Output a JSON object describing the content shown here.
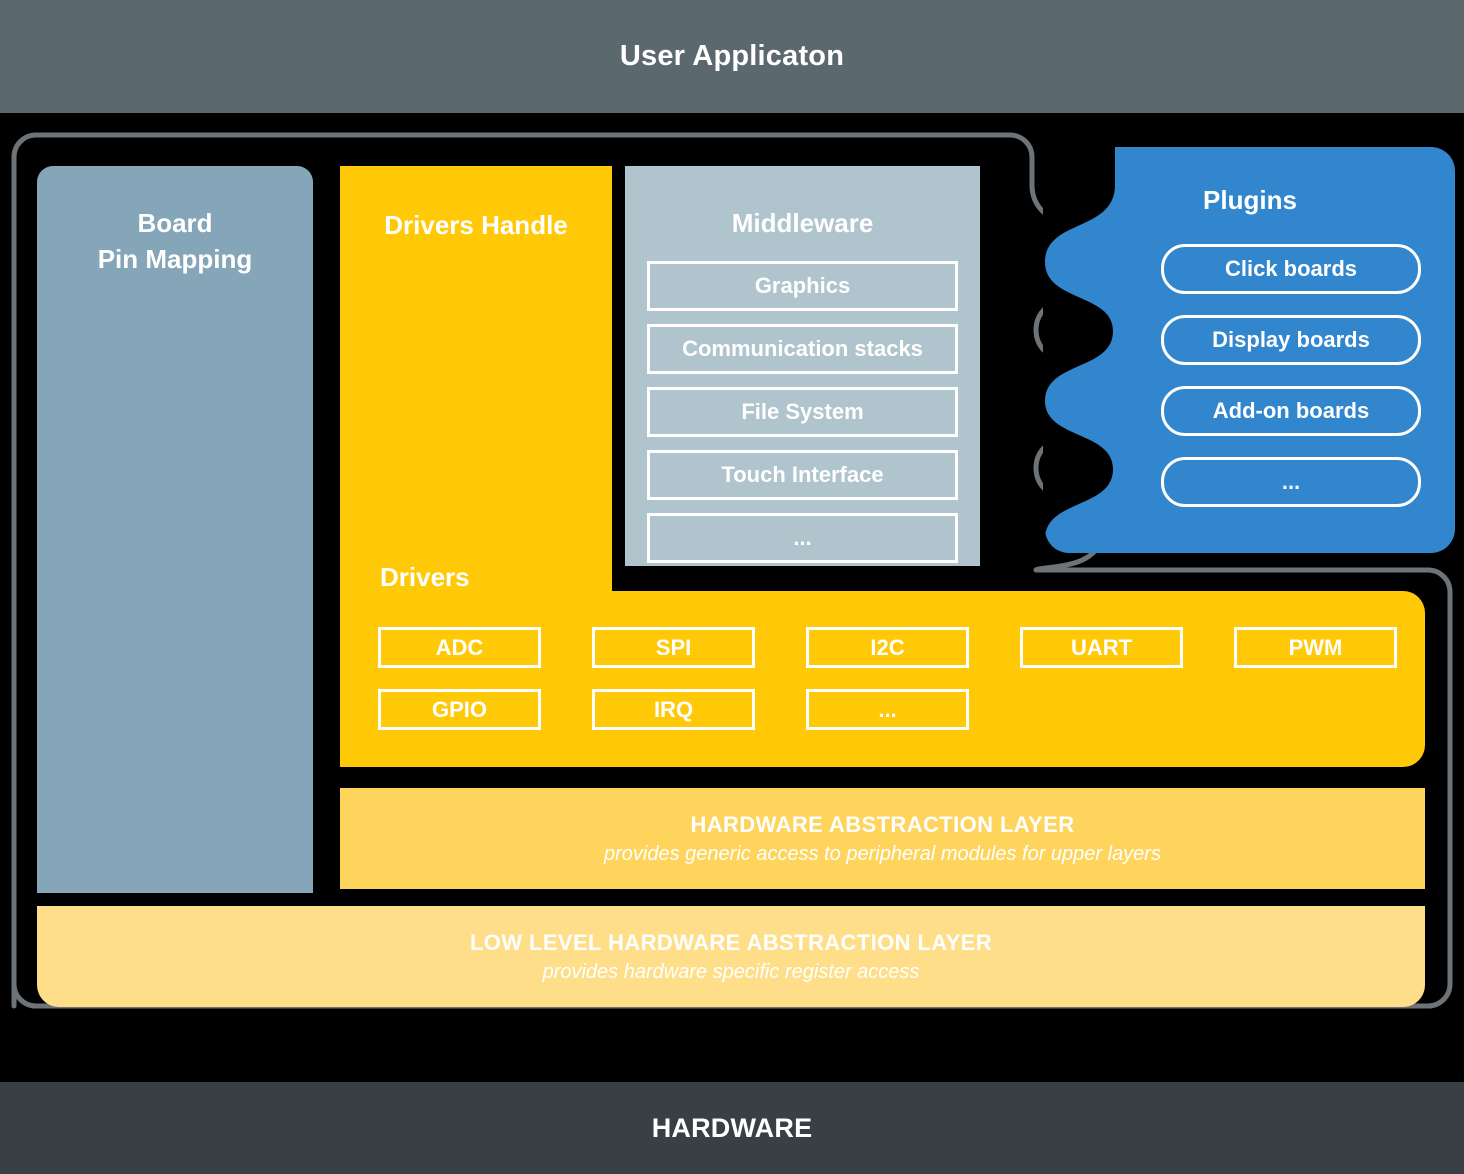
{
  "diagram": {
    "header": {
      "title": "User Applicaton"
    },
    "footer": {
      "title": "HARDWARE"
    },
    "board": {
      "line1": "Board",
      "line2": "Pin Mapping"
    },
    "drivers_handle": {
      "title": "Drivers Handle"
    },
    "middleware": {
      "title": "Middleware",
      "items": [
        {
          "label": "Graphics"
        },
        {
          "label": "Communication stacks"
        },
        {
          "label": "File System"
        },
        {
          "label": "Touch Interface"
        },
        {
          "label": "..."
        }
      ]
    },
    "plugins": {
      "title": "Plugins",
      "items": [
        {
          "label": "Click boards"
        },
        {
          "label": "Display boards"
        },
        {
          "label": "Add-on boards"
        },
        {
          "label": "..."
        }
      ]
    },
    "drivers": {
      "title": "Drivers",
      "row1": [
        {
          "label": "ADC"
        },
        {
          "label": "SPI"
        },
        {
          "label": "I2C"
        },
        {
          "label": "UART"
        },
        {
          "label": "PWM"
        }
      ],
      "row2": [
        {
          "label": "GPIO"
        },
        {
          "label": "IRQ"
        },
        {
          "label": "..."
        }
      ]
    },
    "hal": {
      "title": "HARDWARE ABSTRACTION LAYER",
      "subtitle": "provides generic access to peripheral modules for upper layers"
    },
    "low_level_hal": {
      "title": "LOW LEVEL HARDWARE ABSTRACTION LAYER",
      "subtitle": "provides hardware specific register access"
    },
    "colors": {
      "background": "#000000",
      "header_band": "#5b686d",
      "footer_band": "#383f45",
      "board_blue_gray": "#85a5b8",
      "middleware_gray": "#b0c4ce",
      "driver_yellow": "#FFC907",
      "hal_yellow": "#FFD45C",
      "low_hal_yellow": "#FFDE8A",
      "plugins_blue": "#3286CE",
      "outline_gray": "#6e7377",
      "text_white": "#FFFFFF"
    }
  }
}
